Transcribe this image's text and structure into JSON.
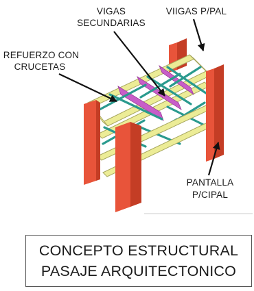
{
  "labels": {
    "secondary_beams_line1": "VIGAS",
    "secondary_beams_line2": "SECUNDARIAS",
    "main_beams": "VIIGAS P/PAL",
    "bracing_line1": "REFUERZO CON",
    "bracing_line2": "CRUCETAS",
    "main_wall_line1": "PANTALLA",
    "main_wall_line2": "P/CIPAL"
  },
  "caption": {
    "line1": "CONCEPTO ESTRUCTURAL",
    "line2": "PASAJE ARQUITECTONICO"
  },
  "colors": {
    "wall": "#e8543a",
    "wall_shade": "#c43d25",
    "beam": "#ecec96",
    "beam_edge": "#a8a860",
    "bracing": "#2a9a8e",
    "secondary": "#c85dc8",
    "arrow": "#111111"
  }
}
